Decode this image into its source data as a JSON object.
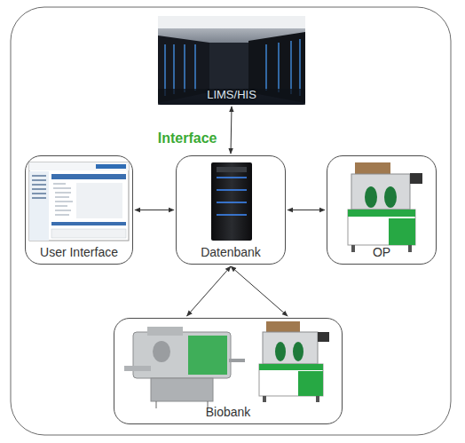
{
  "diagram": {
    "nodes": [
      {
        "text": [
          "LIMS/HIS"
        ]
      },
      {
        "text": [
          "User Interface"
        ]
      },
      {
        "text": [
          "Datenbank"
        ]
      },
      {
        "text": [
          "OP"
        ]
      },
      {
        "text": [
          "Biobank"
        ]
      }
    ],
    "edges": [
      {
        "from": 2,
        "to": 0,
        "arrow": "both",
        "label": "Interface"
      },
      {
        "from": 1,
        "to": 2,
        "arrow": "both"
      },
      {
        "from": 2,
        "to": 3,
        "arrow": "both"
      },
      {
        "from": 2,
        "to": 4,
        "arrow": "both"
      }
    ]
  }
}
